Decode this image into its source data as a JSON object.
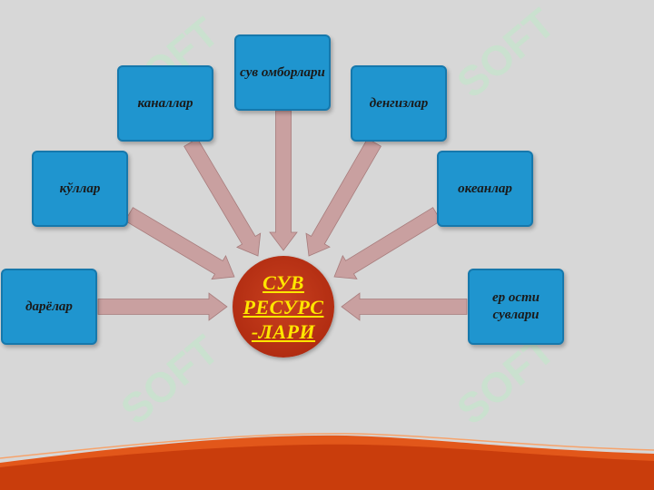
{
  "center": {
    "lines": [
      "СУВ",
      "РЕСУРС",
      "-ЛАРИ"
    ]
  },
  "boxes": {
    "rivers": "дарёлар",
    "lakes": "кўллар",
    "canals": "каналлар",
    "reservoirs": "сув омборлари",
    "seas": "денгизлар",
    "oceans": "океанлар",
    "groundwater": "ер ости сувлари"
  },
  "colors": {
    "background": "#d7d7d7",
    "box_fill": "#1f95cf",
    "arrow_fill": "#c9a0a0",
    "center_fill": "#b22d12",
    "center_text": "#ffe600",
    "wave": "#d9480f"
  },
  "watermark": "SOFT"
}
